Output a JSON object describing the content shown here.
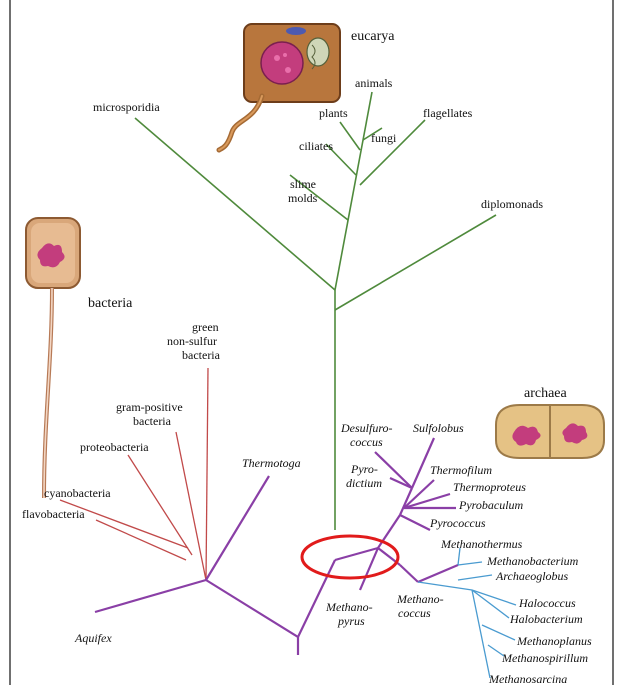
{
  "domains": {
    "eucarya": "eucarya",
    "bacteria": "bacteria",
    "archaea": "archaea"
  },
  "eukarya_labels": {
    "microsporidia": "microsporidia",
    "animals": "animals",
    "plants": "plants",
    "fungi": "fungi",
    "ciliates": "ciliates",
    "flagellates": "flagellates",
    "slime_molds_1": "slime",
    "slime_molds_2": "molds",
    "diplomonads": "diplomonads"
  },
  "bacteria_labels": {
    "green_1": "green",
    "green_2": "non-sulfur",
    "green_3": "bacteria",
    "gram_1": "gram-positive",
    "gram_2": "bacteria",
    "proteobacteria": "proteobacteria",
    "cyanobacteria": "cyanobacteria",
    "flavobacteria": "flavobacteria",
    "thermotoga": "Thermotoga",
    "aquifex": "Aquifex"
  },
  "archaea_labels": {
    "desulfuro_1": "Desulfuro-",
    "desulfuro_2": "coccus",
    "sulfolobus": "Sulfolobus",
    "pyrodictium_1": "Pyro-",
    "pyrodictium_2": "dictium",
    "thermofilum": "Thermofilum",
    "thermoproteus": "Thermoproteus",
    "pyrobaculum": "Pyrobaculum",
    "pyrococcus": "Pyrococcus",
    "methanothermus": "Methanothermus",
    "methanobacterium": "Methanobacterium",
    "archaeoglobus": "Archaeoglobus",
    "methanopyrus_1": "Methano-",
    "methanopyrus_2": "pyrus",
    "methanococcus_1": "Methano-",
    "methanococcus_2": "coccus",
    "halococcus": "Halococcus",
    "halobacterium": "Halobacterium",
    "methanoplanus": "Methanoplanus",
    "methanospirillum": "Methanospirillum",
    "methanosarcina": "Methanosarcina"
  },
  "colors": {
    "eukarya_branch": "#4f8a3c",
    "bacteria_branch": "#c14a4a",
    "archaea_branch": "#8a3fa6",
    "methanogen_branch": "#4a9bd0",
    "highlight_ellipse": "#e11b1b"
  },
  "icons": {
    "eukaryote_cell": "eukaryote-cell-icon",
    "bacterium_cell": "bacterium-cell-icon",
    "archaeon_cell": "archaeon-cell-icon"
  }
}
